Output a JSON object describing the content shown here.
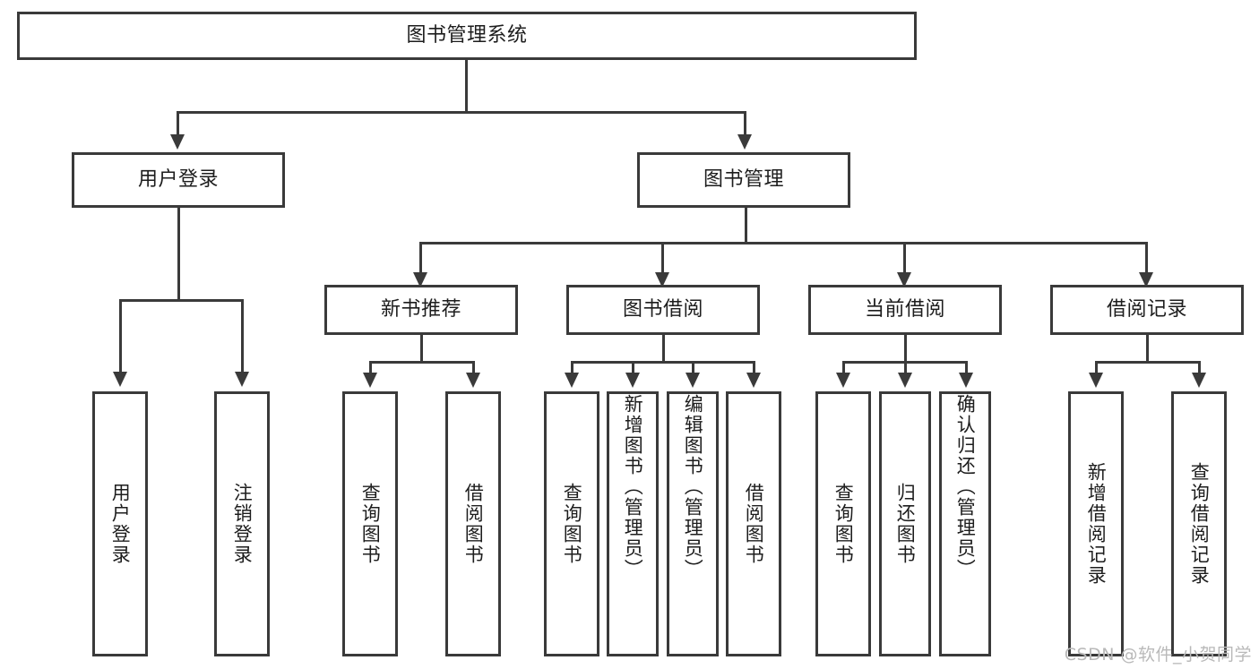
{
  "diagram": {
    "title": "图书管理系统",
    "root": {
      "label": "图书管理系统"
    },
    "level2": [
      {
        "label": "用户登录"
      },
      {
        "label": "图书管理"
      }
    ],
    "level3": [
      {
        "label": "新书推荐"
      },
      {
        "label": "图书借阅"
      },
      {
        "label": "当前借阅"
      },
      {
        "label": "借阅记录"
      }
    ],
    "leaves": {
      "user_login": [
        {
          "label": "用户登录"
        },
        {
          "label": "注销登录"
        }
      ],
      "new_book": [
        {
          "label": "查询图书"
        },
        {
          "label": "借阅图书"
        }
      ],
      "book_borrow": [
        {
          "label": "查询图书"
        },
        {
          "label": "新增图书（管理员）"
        },
        {
          "label": "编辑图书（管理员）"
        },
        {
          "label": "借阅图书"
        }
      ],
      "current_borrow": [
        {
          "label": "查询图书"
        },
        {
          "label": "归还图书"
        },
        {
          "label": "确认归还（管理员）"
        }
      ],
      "borrow_record": [
        {
          "label": "新增借阅记录"
        },
        {
          "label": "查询借阅记录"
        }
      ]
    }
  },
  "watermark": {
    "text": "CSDN @软件_小贺同学"
  },
  "colors": {
    "stroke": "#3a3a3a",
    "text": "#1d1d1d",
    "background": "#ffffff",
    "watermark": "#b9b9b9"
  }
}
